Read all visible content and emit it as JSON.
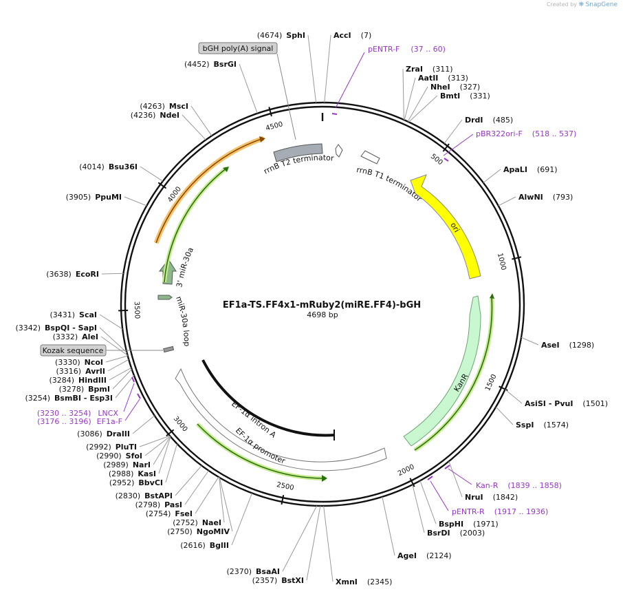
{
  "attribution": {
    "prefix": "Created by",
    "brand": "SnapGene"
  },
  "plasmid": {
    "name": "EF1a-TS.FF4x1-mRuby2(miRE.FF4)-bGH",
    "length_label": "4698 bp",
    "length": 4698
  },
  "ticks": [
    "500",
    "1000",
    "1500",
    "2000",
    "2500",
    "3000",
    "3500",
    "4000",
    "4500"
  ],
  "sites": [
    {
      "id": "sphi",
      "pos": "(4674)",
      "name": "SphI",
      "bp": 4674
    },
    {
      "id": "acci",
      "pos": "(7)",
      "name": "AccI",
      "bp": 7
    },
    {
      "id": "zrai",
      "pos": "(311)",
      "name": "ZraI",
      "bp": 311
    },
    {
      "id": "aatii",
      "pos": "(313)",
      "name": "AatII",
      "bp": 313
    },
    {
      "id": "nhei",
      "pos": "(327)",
      "name": "NheI",
      "bp": 327
    },
    {
      "id": "bmti",
      "pos": "(331)",
      "name": "BmtI",
      "bp": 331
    },
    {
      "id": "drdi",
      "pos": "(485)",
      "name": "DrdI",
      "bp": 485
    },
    {
      "id": "apali",
      "pos": "(691)",
      "name": "ApaLI",
      "bp": 691
    },
    {
      "id": "alwni",
      "pos": "(793)",
      "name": "AlwNI",
      "bp": 793
    },
    {
      "id": "asei",
      "pos": "(1298)",
      "name": "AseI",
      "bp": 1298
    },
    {
      "id": "asisi",
      "pos": "(1501)",
      "name": "AsiSI",
      "name2": "- PvuI",
      "bp": 1501
    },
    {
      "id": "sspi",
      "pos": "(1574)",
      "name": "SspI",
      "bp": 1574
    },
    {
      "id": "nrui",
      "pos": "(1842)",
      "name": "NruI",
      "bp": 1842
    },
    {
      "id": "bsphi",
      "pos": "(1971)",
      "name": "BspHI",
      "bp": 1971
    },
    {
      "id": "bsrdi",
      "pos": "(2003)",
      "name": "BsrDI",
      "bp": 2003
    },
    {
      "id": "agei",
      "pos": "(2124)",
      "name": "AgeI",
      "bp": 2124
    },
    {
      "id": "xmni",
      "pos": "(2345)",
      "name": "XmnI",
      "bp": 2345
    },
    {
      "id": "bstxi",
      "pos": "(2357)",
      "name": "BstXI",
      "bp": 2357
    },
    {
      "id": "bsaai",
      "pos": "(2370)",
      "name": "BsaAI",
      "bp": 2370
    },
    {
      "id": "bglii",
      "pos": "(2616)",
      "name": "BglII",
      "bp": 2616
    },
    {
      "id": "ngomiv",
      "pos": "(2750)",
      "name": "NgoMIV",
      "bp": 2750
    },
    {
      "id": "naei",
      "pos": "(2752)",
      "name": "NaeI",
      "bp": 2752
    },
    {
      "id": "fsei",
      "pos": "(2754)",
      "name": "FseI",
      "bp": 2754
    },
    {
      "id": "pasi",
      "pos": "(2798)",
      "name": "PasI",
      "bp": 2798
    },
    {
      "id": "bstapi",
      "pos": "(2830)",
      "name": "BstAPI",
      "bp": 2830
    },
    {
      "id": "bbvci",
      "pos": "(2952)",
      "name": "BbvCI",
      "bp": 2952
    },
    {
      "id": "kasi",
      "pos": "(2988)",
      "name": "KasI",
      "bp": 2988
    },
    {
      "id": "nari",
      "pos": "(2989)",
      "name": "NarI",
      "bp": 2989
    },
    {
      "id": "sfoi",
      "pos": "(2990)",
      "name": "SfoI",
      "bp": 2990
    },
    {
      "id": "pluti",
      "pos": "(2992)",
      "name": "PluTI",
      "bp": 2992
    },
    {
      "id": "draiii",
      "pos": "(3086)",
      "name": "DraIII",
      "bp": 3086
    },
    {
      "id": "bsmbi",
      "pos": "(3254)",
      "name": "BsmBI",
      "name2": "- Esp3I",
      "bp": 3254
    },
    {
      "id": "bpmi",
      "pos": "(3278)",
      "name": "BpmI",
      "bp": 3278
    },
    {
      "id": "hindiii",
      "pos": "(3284)",
      "name": "HindIII",
      "bp": 3284
    },
    {
      "id": "avrii",
      "pos": "(3316)",
      "name": "AvrII",
      "bp": 3316
    },
    {
      "id": "ncoi",
      "pos": "(3330)",
      "name": "NcoI",
      "bp": 3330
    },
    {
      "id": "alei",
      "pos": "(3332)",
      "name": "AleI",
      "bp": 3332
    },
    {
      "id": "bspqi",
      "pos": "(3342)",
      "name": "BspQI",
      "name2": "- SapI",
      "bp": 3342
    },
    {
      "id": "scai",
      "pos": "(3431)",
      "name": "ScaI",
      "bp": 3431
    },
    {
      "id": "ecori",
      "pos": "(3638)",
      "name": "EcoRI",
      "bp": 3638
    },
    {
      "id": "ppumi",
      "pos": "(3905)",
      "name": "PpuMI",
      "bp": 3905
    },
    {
      "id": "bsu36i",
      "pos": "(4014)",
      "name": "Bsu36I",
      "bp": 4014
    },
    {
      "id": "ndei",
      "pos": "(4236)",
      "name": "NdeI",
      "bp": 4236
    },
    {
      "id": "msci",
      "pos": "(4263)",
      "name": "MscI",
      "bp": 4263
    },
    {
      "id": "bsrgi",
      "pos": "(4452)",
      "name": "BsrGI",
      "bp": 4452
    }
  ],
  "primers": [
    {
      "id": "pentr-f",
      "name": "pENTR-F",
      "range": "(37 .. 60)"
    },
    {
      "id": "pbr322ori-f",
      "name": "pBR322ori-F",
      "range": "(518 .. 537)"
    },
    {
      "id": "kan-r",
      "name": "Kan-R",
      "range": "(1839 .. 1858)"
    },
    {
      "id": "pentr-r",
      "name": "pENTR-R",
      "range": "(1917 .. 1936)"
    },
    {
      "id": "lncx",
      "name": "LNCX",
      "range": "(3230 .. 3254)"
    },
    {
      "id": "ef1a-f",
      "name": "EF1a-F",
      "range": "(3176 .. 3196)"
    }
  ],
  "boxed_features": [
    {
      "id": "bgh",
      "label": "bGH poly(A) signal"
    },
    {
      "id": "kozak",
      "label": "Kozak sequence"
    }
  ],
  "features": {
    "rrnb_t2": "rrnB T2 terminator",
    "rrnb_t1": "rrnB T1 terminator",
    "ori": "ori",
    "kanr": "KanR",
    "ef1a_promoter": "EF-1α promoter",
    "ef1a_intron": "EF-1α intron A",
    "mir30a_loop": "miR-30a loop",
    "mir30a_3": "3' miR-30a"
  },
  "colors": {
    "backbone": "#111111",
    "ori": "#ffff00",
    "kanr": "#c8f7d0",
    "terminator": "#a6acb3",
    "mirna": "#8cb88c",
    "primer": "#9933cc",
    "orf_orange": "#f5c26b",
    "orf_green": "#c6ec8f"
  }
}
